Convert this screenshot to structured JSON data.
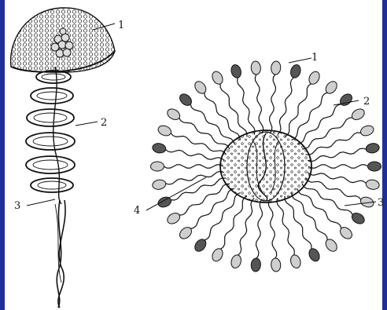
{
  "colors": {
    "frame_edge": "#1f2f9a",
    "ink": "#111111",
    "paper": "#ffffff",
    "cap_fill": "#ececec"
  },
  "figure_left": {
    "labels": {
      "cap": "1",
      "coil": "2",
      "stalk": "3"
    }
  },
  "figure_right": {
    "labels": {
      "body_top": "1",
      "filament": "2",
      "ring_right": "3",
      "center": "4"
    }
  }
}
